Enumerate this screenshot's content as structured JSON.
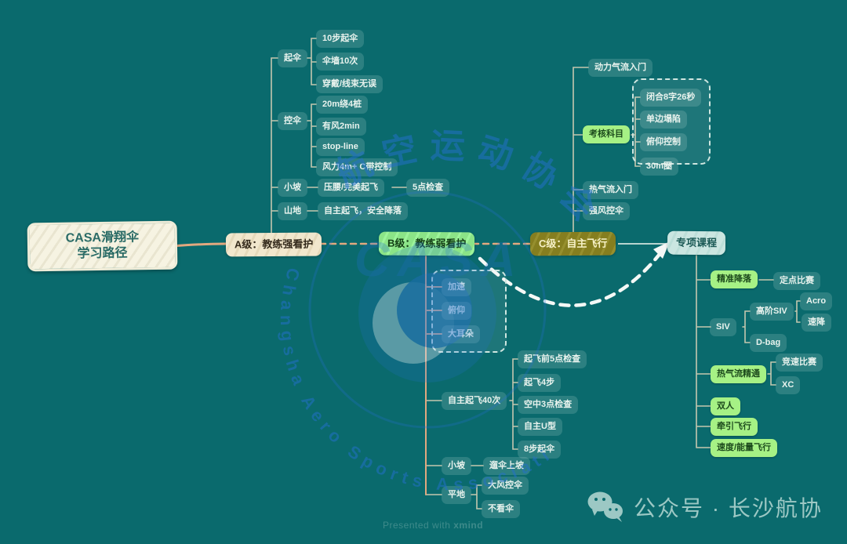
{
  "root": {
    "line1": "CASA滑翔伞",
    "line2": "学习路径"
  },
  "levelA": {
    "label": "A级：教练强看护",
    "qisan": {
      "label": "起伞",
      "children": [
        "10步起伞",
        "伞墙10次",
        "穿戴/线束无误"
      ]
    },
    "kongsan": {
      "label": "控伞",
      "children": [
        "20m绕4桩",
        "有风2min",
        "stop-line",
        "风力4m+ C带控制"
      ]
    },
    "xiaopo": {
      "label": "小坡",
      "child": "压腰/完美起飞",
      "grandchild": "5点检查"
    },
    "shandi": {
      "label": "山地",
      "child": "自主起飞，安全降落"
    }
  },
  "levelB": {
    "label": "B级：教练弱看护",
    "boundary_items": [
      "加速",
      "俯仰",
      "大耳朵"
    ],
    "zizhu": {
      "label": "自主起飞40次",
      "children": [
        "起飞前5点检查",
        "起飞4步",
        "空中3点检查",
        "自主U型",
        "8步起伞"
      ]
    },
    "xiaopo": {
      "label": "小坡",
      "child": "遛伞上坡"
    },
    "pingdi": {
      "label": "平地",
      "children": [
        "大风控伞",
        "不看伞"
      ]
    }
  },
  "levelC": {
    "label": "C级：自主飞行",
    "children": [
      "动力气流入门"
    ],
    "kaohe": {
      "label": "考核科目",
      "boundary_items": [
        "闭合8字26秒",
        "单边塌陷",
        "俯仰控制"
      ],
      "extra": "30m圈"
    },
    "others": [
      "热气流入门",
      "强风控伞"
    ]
  },
  "special": {
    "label": "专项课程",
    "jingzhun": {
      "label": "精准降落",
      "child": "定点比赛"
    },
    "siv": {
      "label": "SIV",
      "gaojie": {
        "label": "高阶SIV",
        "children": [
          "Acro",
          "速降"
        ]
      },
      "dbag": "D-bag"
    },
    "reqiliu": {
      "label": "热气流精通",
      "children": [
        "竞速比赛",
        "XC"
      ]
    },
    "leaf": [
      "双人",
      "牵引飞行",
      "速度/能量飞行"
    ]
  },
  "watermark": {
    "cn_arc": "航空运动协会",
    "en_arc": "Changsha Aero Sports Association",
    "casa": "CASA",
    "color": "#2470cf"
  },
  "credit": {
    "prefix": "Presented with ",
    "app": "xmind"
  },
  "footer": {
    "wechat_label": "公众号 · 长沙航协"
  }
}
